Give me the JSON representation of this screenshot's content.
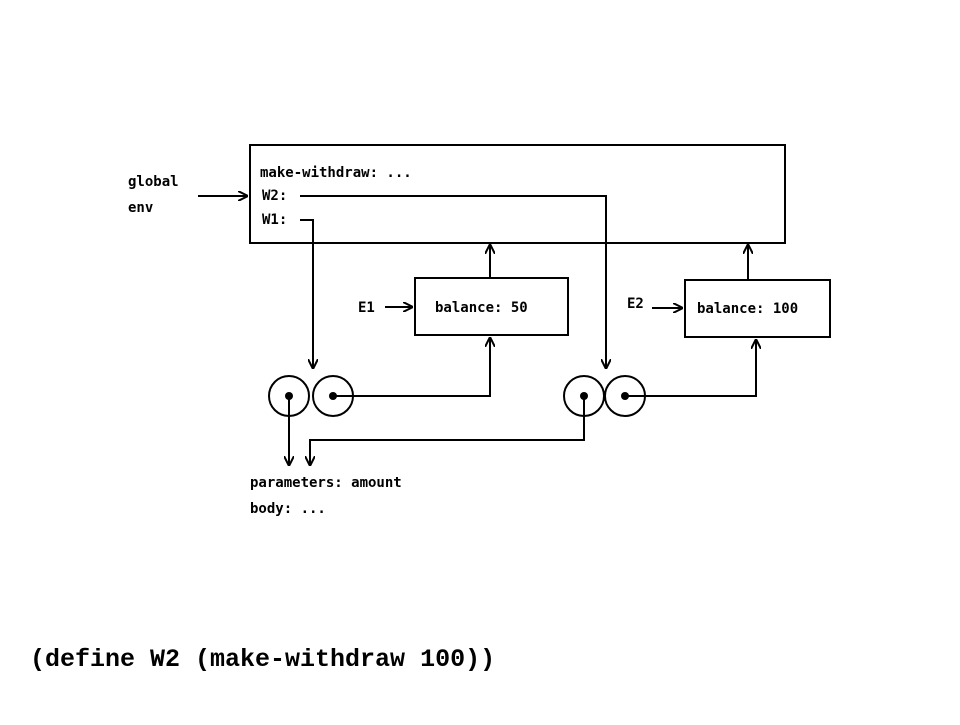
{
  "global_env": {
    "label_line1": "global",
    "label_line2": "env",
    "bindings": [
      "make-withdraw: ...",
      "W2:",
      "W1:"
    ]
  },
  "frames": [
    {
      "name": "E1",
      "binding": "balance: 50"
    },
    {
      "name": "E2",
      "binding": "balance: 100"
    }
  ],
  "procedure_code": {
    "parameters": "parameters: amount",
    "body": "body: ..."
  },
  "caption": "(define W2 (make-withdraw 100))"
}
